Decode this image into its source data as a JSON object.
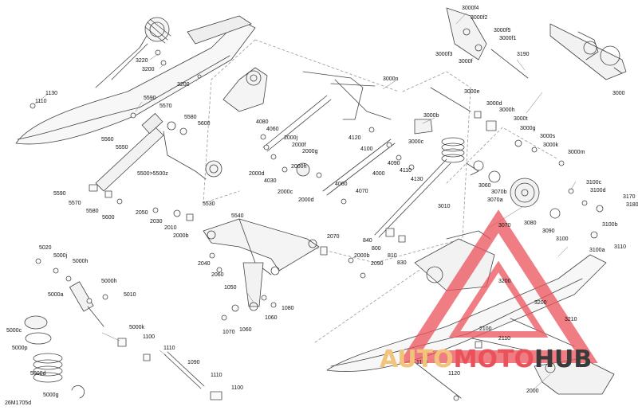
{
  "document_id": "26M1705d",
  "watermark": {
    "part1": "AUTO",
    "part2": "MOTO",
    "part3": "HUB",
    "colors": {
      "part1": "#f2c37a",
      "part2": "#e9525a",
      "part3": "#3a3a3a",
      "triangle": "#e9525a"
    }
  },
  "callouts": [
    "3220",
    "3200",
    "3200",
    "1130",
    "1110",
    "5590",
    "5570",
    "5580",
    "5600",
    "5560",
    "5550",
    "5500>5500z",
    "5590",
    "5570",
    "5580",
    "5600",
    "5530",
    "5540",
    "2050",
    "2030",
    "2010",
    "2000b",
    "2040",
    "2060",
    "2070",
    "2000b",
    "2090",
    "840",
    "800",
    "810",
    "830",
    "4080",
    "4060",
    "2000j",
    "2000f",
    "2000g",
    "2000h",
    "2000d",
    "4030",
    "2000c",
    "2000d",
    "4060",
    "4070",
    "4120",
    "4100",
    "4000",
    "4090",
    "4110",
    "4130",
    "3000n",
    "3000b",
    "3000c",
    "3010",
    "3000e",
    "3000d",
    "3000h",
    "3000t",
    "3000g",
    "3000s",
    "3000k",
    "3000m",
    "3060",
    "3070b",
    "3070a",
    "3070",
    "3080",
    "3090",
    "3100",
    "3100a",
    "3100c",
    "3100d",
    "3100b",
    "3170",
    "3180",
    "3110",
    "3000f4",
    "3000f2",
    "3000f5",
    "3000f1",
    "3000f3",
    "3000f",
    "3190",
    "3000",
    "5020",
    "5000j",
    "5000h",
    "5000a",
    "5000h",
    "5010",
    "5000k",
    "5000c",
    "5000p",
    "5000d",
    "5000g",
    "1050",
    "1080",
    "1060",
    "1070",
    "1060",
    "1100",
    "1110",
    "1090",
    "1110",
    "1100",
    "3200",
    "3200",
    "3210",
    "2100",
    "2110",
    "1110",
    "1120",
    "2000"
  ]
}
